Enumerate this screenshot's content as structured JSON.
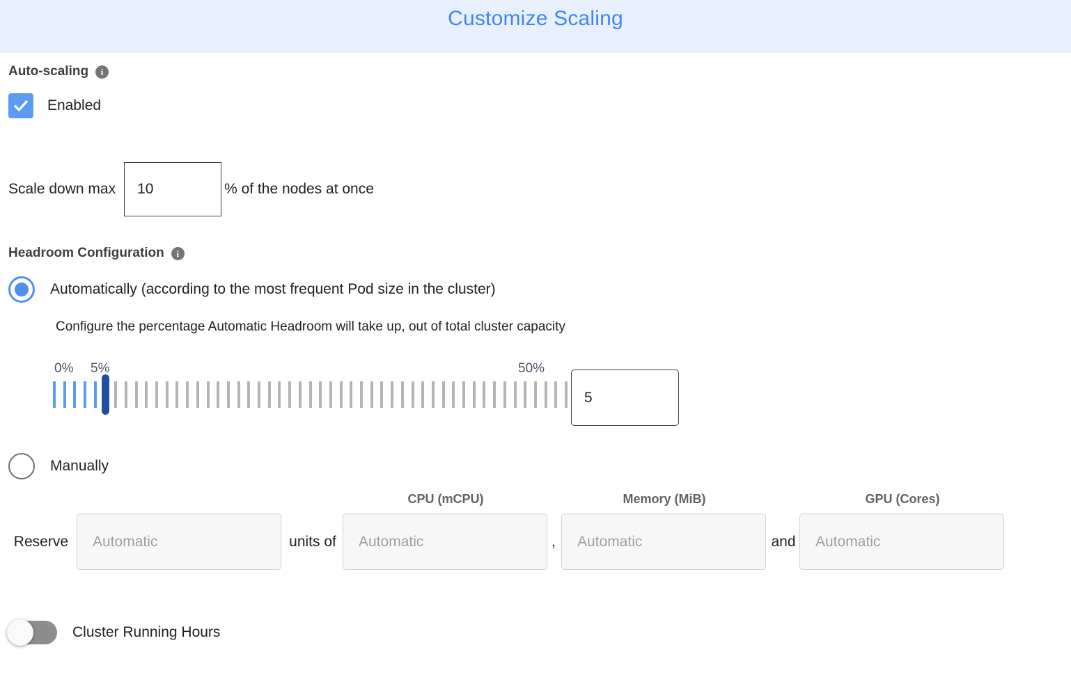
{
  "header": {
    "title": "Customize Scaling",
    "bg_color": "#e8f0fe",
    "title_color": "#4285f4"
  },
  "autoscaling": {
    "section_title": "Auto-scaling",
    "info_icon": "info-icon",
    "info_glyph": "i",
    "enabled_label": "Enabled",
    "enabled_checked": true,
    "accent_color": "#5b9bf5"
  },
  "scale_down": {
    "label": "Scale down max",
    "value": "10",
    "suffix": "% of the nodes at once"
  },
  "headroom": {
    "section_title": "Headroom Configuration",
    "info_glyph": "i",
    "auto_option_label": "Automatically (according to the most frequent Pod size in the cluster)",
    "auto_option_selected": true,
    "description": "Configure the percentage Automatic Headroom will take up, out of total cluster capacity",
    "manual_option_label": "Manually",
    "manual_option_selected": false
  },
  "slider": {
    "min_label": "0%",
    "current_label": "5%",
    "max_label": "50%",
    "min": 0,
    "max": 50,
    "value": 5,
    "tick_count": 51,
    "filled_color": "#5b9bf5",
    "empty_color": "#b5b5b5",
    "thumb_color": "#1f4fa3",
    "value_input": "5"
  },
  "reserve": {
    "reserve_word": "Reserve",
    "units_of_word": "units of",
    "comma": ",",
    "and_word": "and",
    "units_placeholder": "Automatic",
    "fields": [
      {
        "header": "",
        "placeholder": "Automatic",
        "value": ""
      },
      {
        "header": "CPU (mCPU)",
        "placeholder": "Automatic",
        "value": ""
      },
      {
        "header": "Memory (MiB)",
        "placeholder": "Automatic",
        "value": ""
      },
      {
        "header": "GPU (Cores)",
        "placeholder": "Automatic",
        "value": ""
      }
    ]
  },
  "cluster_running_hours": {
    "label": "Cluster Running Hours",
    "enabled": false
  }
}
